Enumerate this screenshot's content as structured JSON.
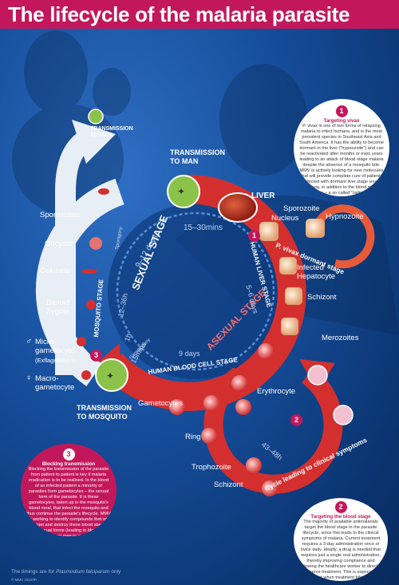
{
  "title": "The lifecycle of the malaria parasite",
  "labels": {
    "transmission_to_man_top": "TRANSMISSION\nTO MAN",
    "transmission_to_man": "TRANSMISSION\nTO MAN",
    "liver": "LIVER",
    "sporozoite": "Sporozoite",
    "nucleus": "Nucleus",
    "hypnozoite": "Hypnozoite",
    "p_vivax_dormant": "P. vivax dormant stage",
    "infected_hepatocyte": "Infected\nHepatocyte",
    "schizont_liver": "Schizont",
    "merozoites": "Merozoites",
    "erythrocyte": "Erythrocyte",
    "sporozoites": "Sporozoites",
    "oocysts": "Oocysts",
    "ookinete": "Ookinete",
    "diploid_zygote": "Diploid\nZygote",
    "micro_gametocyte": "Micro-\ngametocyte",
    "exflagellation": "(Exflagellation)",
    "macro_gametocyte": "Macro-\ngametocyte",
    "transmission_to_mosquito": "TRANSMISSION\nTO MOSQUITO",
    "gametocytes": "Gametocytes",
    "ring": "Ring",
    "trophozoite": "Trophozoite",
    "schizont_blood": "Schizont",
    "cycle_label": "Cycle leading to clinical symptoms",
    "sexual_stage": "SEXUAL STAGE",
    "asexual_stage": "ASEXUAL STAGE",
    "mosquito_stage": "MOSQUITO STAGE",
    "human_liver_stage": "HUMAN LIVER STAGE",
    "human_blood_cell_stage": "HUMAN BLOOD CELL STAGE",
    "sporogony": "Sporogony",
    "gametogony": "Gametogony",
    "male_symbol": "♂",
    "female_symbol": "♀"
  },
  "timings": {
    "t_9_12": "9–12 days",
    "t_15_30": "15–30mins",
    "t_12_36": "12–36h",
    "t_1h": "1h",
    "t_15m": "15mins",
    "t_5_6": "5–6 days",
    "t_9days": "9 days",
    "t_43_48": "43–48h"
  },
  "callouts": [
    {
      "number": "1",
      "title": "Targeting vivax",
      "body": "P. vivax is one of two forms of relapsing malaria to infect humans, and is the most prevalent species in Southeast Asia and South America. It has the ability to become dormant in the liver (\"hypnozoite\") and can be reactivated after months or even years leading to an attack of blood stage malaria despite the absence of a mosquito bite. MMV is actively looking for new molecules that will provide complete cure of patients infected with dormant liver stage vivax malaria, in addition to the blood stage infections – a so called \"radical cure\"."
    },
    {
      "number": "2",
      "title": "Targeting the blood stage",
      "body": "The majority of available antimalarials target the blood stage in the parasite lifecycle, since this leads to the clinical symptoms of malaria. Current treatment requires a 3-day administration once or twice daily. Ideally, a drug is needed that requires just a single oral administration, thereby improving compliance and allowing the healthcare worker to directly observe treatment. This is especially important when treatment follow-up is difficult, as is the case in many malaria-endemic countries. MMV is currently trialing a candidate for a single-dose cure."
    },
    {
      "number": "3",
      "title": "Blocking transmission",
      "body": "Blocking the transmission of the parasite from patient to patient is key if malaria eradication is to be realised. In the blood of an infected patient a minority of parasites form gametocytes – the sexual form of the parasite. It is these gametocytes, taken up in the mosquito's blood meal, that infect the mosquito and thus continue the parasite's lifecycle. MMV is working to identify compounds that will target and destroy these blood stage sexual forms (leading to block transmission from man to mosquito as well as vector stages (ookinetes and oocysts) thereby blocking transmission from the mosquito back to man."
    }
  ],
  "footnote_prefix": "The timings are for ",
  "footnote_species": "Plasmodium falciparum",
  "footnote_suffix": " only",
  "copyright": "© MMV 2010/IP",
  "colors": {
    "brand_pink": "#c2185b",
    "arc_red": "#d32f2f",
    "background_blue": "#17509e",
    "mosquito_arrow": "#e8eef6"
  }
}
